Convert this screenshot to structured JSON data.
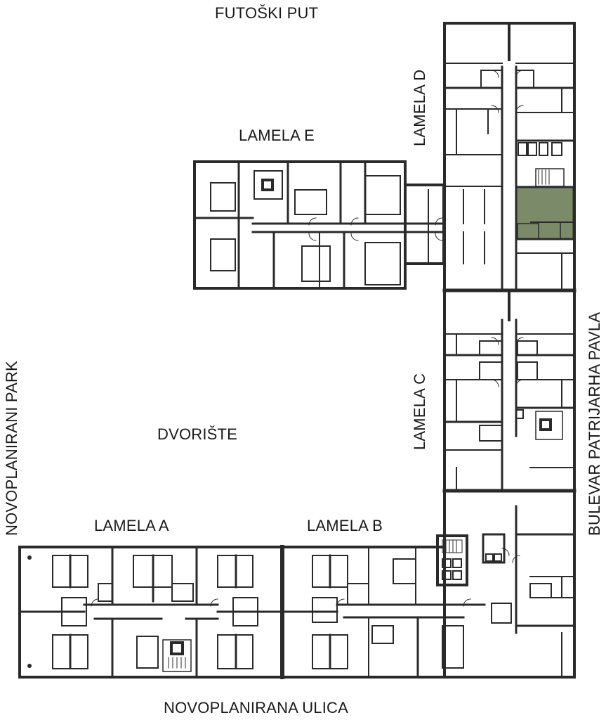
{
  "streets": {
    "north": "FUTOŠKI PUT",
    "south": "NOVOPLANIRANA ULICA",
    "west": "NOVOPLANIRANI PARK",
    "east": "BULEVAR PATRIJARHA PAVLA"
  },
  "courtyard": "DVORIŠTE",
  "lamelas": {
    "a": "LAMELA A",
    "b": "LAMELA B",
    "c": "LAMELA C",
    "d": "LAMELA D",
    "e": "LAMELA E"
  },
  "highlight": {
    "color": "#7b8a68",
    "location": "Lamela D, east side"
  },
  "colors": {
    "wall": "#2a2a2a",
    "background": "#ffffff",
    "highlight": "#7b8a68"
  }
}
